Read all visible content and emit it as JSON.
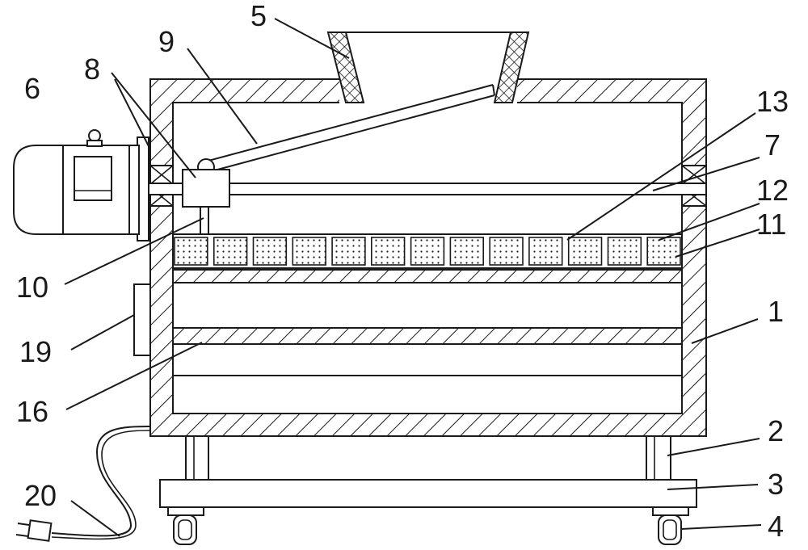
{
  "labels": {
    "l1": "1",
    "l2": "2",
    "l3": "3",
    "l4": "4",
    "l5": "5",
    "l6": "6",
    "l7": "7",
    "l8": "8",
    "l9": "9",
    "l10": "10",
    "l11": "11",
    "l12": "12",
    "l13": "13",
    "l16": "16",
    "l19": "19",
    "l20": "20"
  },
  "screen_cells": 13
}
